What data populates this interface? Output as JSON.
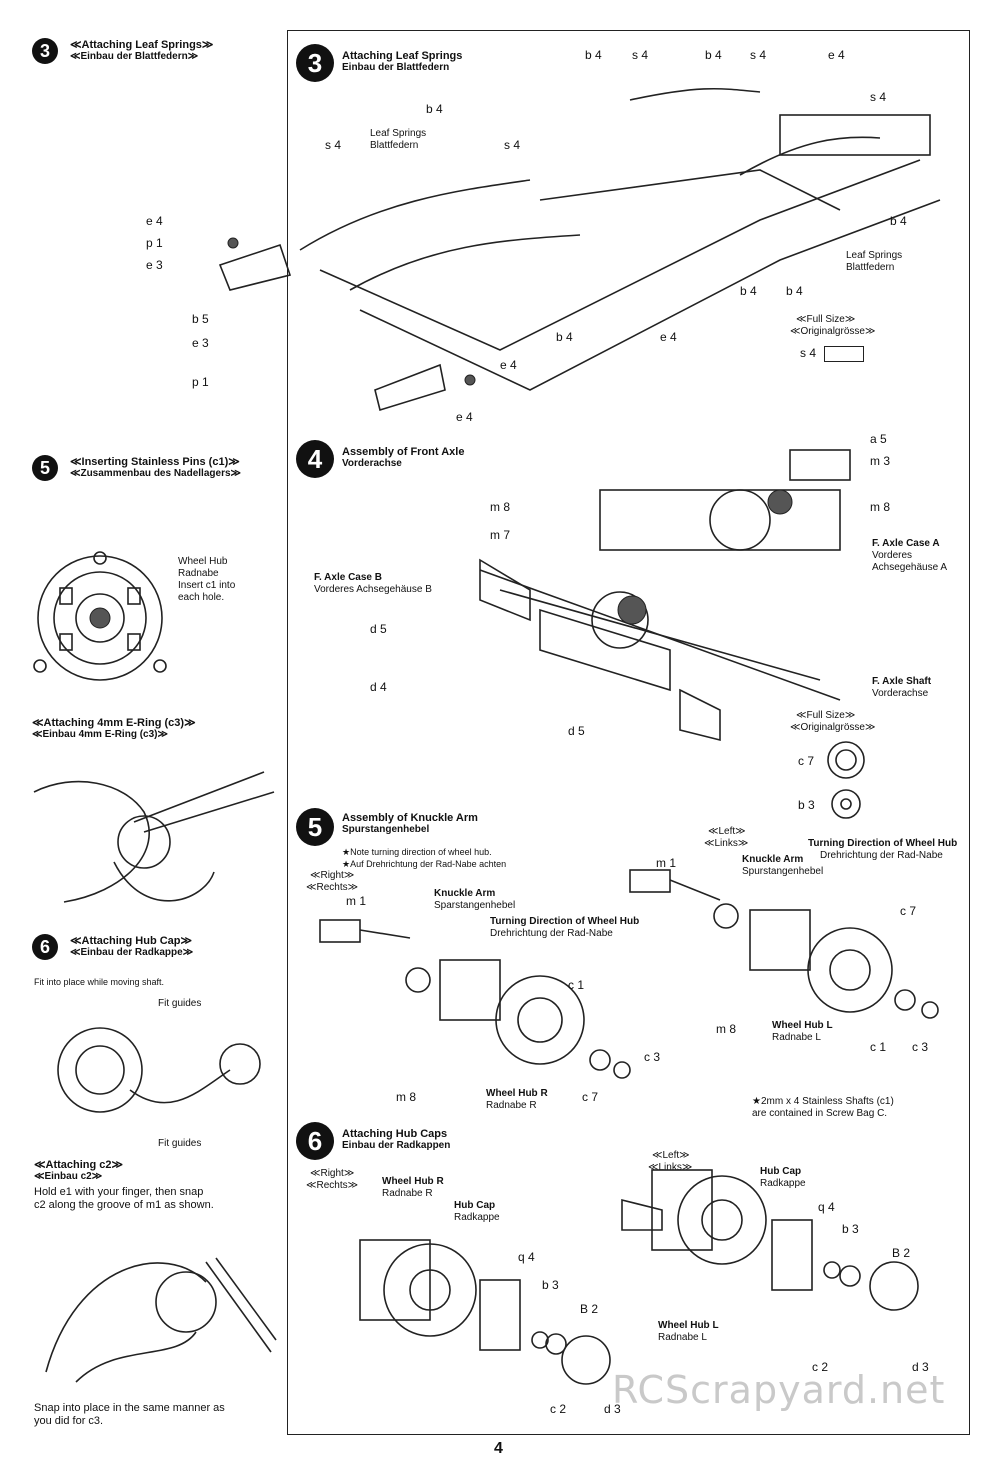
{
  "left": {
    "s3": {
      "num": "3",
      "en": "≪Attaching Leaf Springs≫",
      "de": "≪Einbau der Blattfedern≫",
      "labels": {
        "e4_top": "e 4",
        "p1_top": "p 1",
        "e3_top": "e 3",
        "b5": "b 5",
        "e3_bot": "e 3",
        "p1_bot": "p 1"
      }
    },
    "s5": {
      "num": "5",
      "en": "≪Inserting Stainless Pins (c1)≫",
      "de": "≪Zusammenbau des Nadellagers≫",
      "wheel_hub": "Wheel Hub",
      "radnabe": "Radnabe",
      "insert1": "Insert c1 into",
      "insert2": "each hole."
    },
    "ering": {
      "en": "≪Attaching 4mm E-Ring (c3)≫",
      "de": "≪Einbau 4mm E-Ring (c3)≫"
    },
    "s6": {
      "num": "6",
      "en": "≪Attaching Hub Cap≫",
      "de": "≪Einbau der Radkappe≫",
      "fit_into": "Fit into place while moving shaft.",
      "fit_guides_top": "Fit guides",
      "fit_guides_bot": "Fit guides"
    },
    "c2": {
      "en": "≪Attaching c2≫",
      "de": "≪Einbau c2≫",
      "line1": "Hold e1 with your finger, then snap",
      "line2": "c2 along the groove of m1 as shown.",
      "snap1": "Snap into place in the same manner as",
      "snap2": "you did for c3."
    }
  },
  "main": {
    "s3": {
      "num": "3",
      "en": "Attaching Leaf Springs",
      "de": "Einbau der Blattfedern",
      "labels": [
        "b 4",
        "s 4",
        "b 4",
        "s 4",
        "e 4",
        "s 4",
        "b 4",
        "s 4",
        "Leaf Springs",
        "Blattfedern",
        "Leaf Springs",
        "Blattfedern",
        "b 4",
        "s 4",
        "b 4",
        "b 4",
        "e 4",
        "e 4"
      ],
      "fullsize_en": "≪Full Size≫",
      "fullsize_de": "≪Originalgrösse≫",
      "fullsize_part": "s 4"
    },
    "s4": {
      "num": "4",
      "en": "Assembly of Front Axle",
      "de": "Vorderachse",
      "a5": "a 5",
      "m3": "m 3",
      "m8a": "m 8",
      "m8b": "m 8",
      "m7": "m 7",
      "case_a_en": "F. Axle Case A",
      "case_a_de1": "Vorderes",
      "case_a_de2": "Achsegehäuse A",
      "case_b_en": "F. Axle Case B",
      "case_b_de": "Vorderes Achsegehäuse B",
      "d5a": "d 5",
      "d4": "d 4",
      "d5b": "d 5",
      "shaft_en": "F. Axle Shaft",
      "shaft_de": "Vorderachse",
      "fullsize_en": "≪Full Size≫",
      "fullsize_de": "≪Originalgrösse≫",
      "c7": "c 7",
      "b3": "b 3"
    },
    "s5": {
      "num": "5",
      "en": "Assembly of Knuckle Arm",
      "de": "Spurstangenhebel",
      "note1": "★Note turning direction of wheel hub.",
      "note2": "★Auf Drehrichtung der Rad-Nabe achten",
      "right_en": "≪Right≫",
      "right_de": "≪Rechts≫",
      "left_en": "≪Left≫",
      "left_de": "≪Links≫",
      "m1a": "m 1",
      "m1b": "m 1",
      "m8a": "m 8",
      "m8b": "m 8",
      "ka_en_a": "Knuckle Arm",
      "ka_de_a": "Sparstangenhebel",
      "ka_en_b": "Knuckle Arm",
      "ka_de_b": "Spurstangenhebel",
      "td_en_a": "Turning Direction of Wheel Hub",
      "td_de_a": "Drehrichtung der Rad-Nabe",
      "td_en_b": "Turning Direction of Wheel Hub",
      "td_de_b": "Drehrichtung der Rad-Nabe",
      "c1a": "c 1",
      "c3a": "c 3",
      "c7a": "c 7",
      "c7b": "c 7",
      "c1b": "c 1",
      "c3b": "c 3",
      "hubr_en": "Wheel Hub R",
      "hubr_de": "Radnabe R",
      "hubl_en": "Wheel Hub L",
      "hubl_de": "Radnabe L",
      "foot1": "★2mm x 4 Stainless Shafts (c1)",
      "foot2": "are contained in Screw Bag C."
    },
    "s6": {
      "num": "6",
      "en": "Attaching Hub Caps",
      "de": "Einbau der Radkappen",
      "right_en": "≪Right≫",
      "right_de": "≪Rechts≫",
      "left_en": "≪Left≫",
      "left_de": "≪Links≫",
      "hubr_en": "Wheel Hub R",
      "hubr_de": "Radnabe R",
      "cap_en_a": "Hub Cap",
      "cap_de_a": "Radkappe",
      "q4a": "q 4",
      "b3a": "b 3",
      "B2a": "B 2",
      "c2a": "c 2",
      "d3a": "d 3",
      "cap_en_b": "Hub Cap",
      "cap_de_b": "Radkappe",
      "q4b": "q 4",
      "b3b": "b 3",
      "B2b": "B 2",
      "hubl_en": "Wheel Hub L",
      "hubl_de": "Radnabe L",
      "c2b": "c 2",
      "d3b": "d 3"
    }
  },
  "page_number": "4",
  "watermark": "RCScrapyard.net"
}
